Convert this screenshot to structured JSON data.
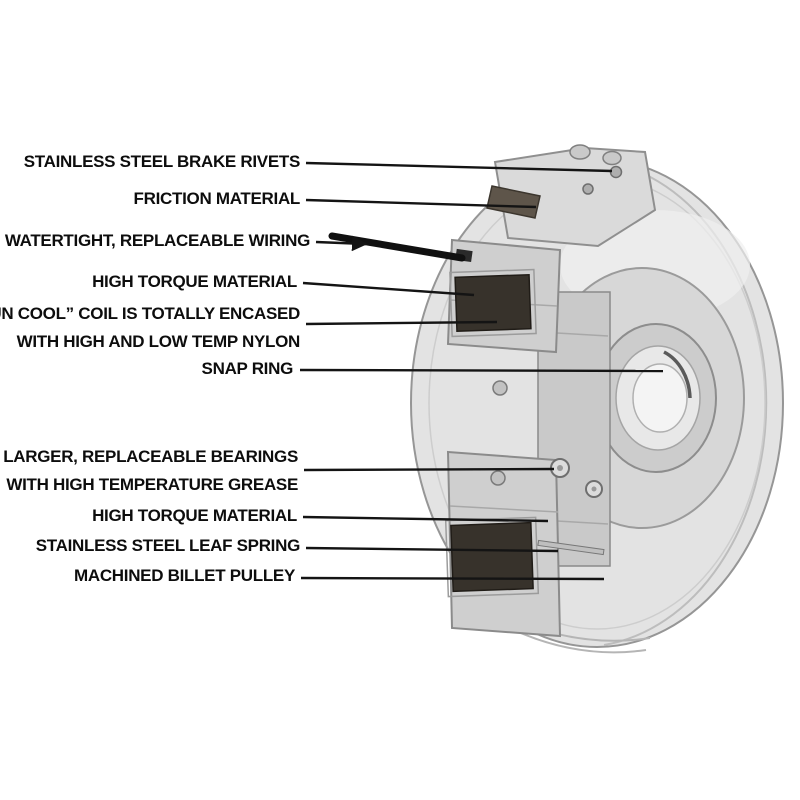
{
  "colors": {
    "label_text": "#0d0d0d",
    "leader_line": "#141414",
    "coil_dark": "#37322b",
    "friction_dark": "#5e554a",
    "metal_light": "#e3e3e3",
    "metal_mid": "#cfcfcf",
    "background": "#ffffff"
  },
  "callouts": [
    {
      "label": "STAINLESS STEEL BRAKE RIVETS"
    },
    {
      "label": "FRICTION MATERIAL"
    },
    {
      "label": "WATERTIGHT, REPLACEABLE WIRING"
    },
    {
      "label": "HIGH TORQUE MATERIAL"
    },
    {
      "label": "“RUN COOL” COIL IS TOTALLY ENCASED",
      "label2": "WITH HIGH AND LOW TEMP NYLON"
    },
    {
      "label": "SNAP RING"
    },
    {
      "label": "LARGER, REPLACEABLE BEARINGS",
      "label2": "WITH HIGH TEMPERATURE GREASE"
    },
    {
      "label": "HIGH TORQUE MATERIAL"
    },
    {
      "label": "STAINLESS STEEL LEAF SPRING"
    },
    {
      "label": "MACHINED BILLET PULLEY"
    }
  ]
}
